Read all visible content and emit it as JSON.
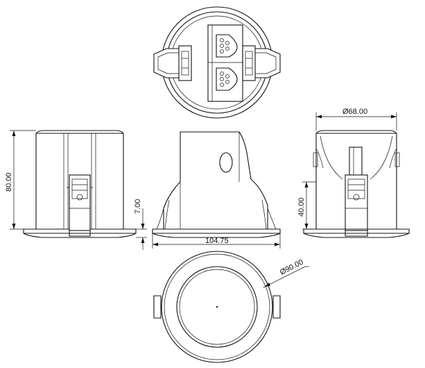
{
  "dimensions": {
    "top_width": "Ø68.00",
    "height_total": "80.00",
    "flange_thickness": "7.00",
    "clip_height": "40.00",
    "flange_width": "104.75",
    "diameter": "Ø90.00"
  },
  "colors": {
    "line": "#111111",
    "background": "#ffffff"
  }
}
